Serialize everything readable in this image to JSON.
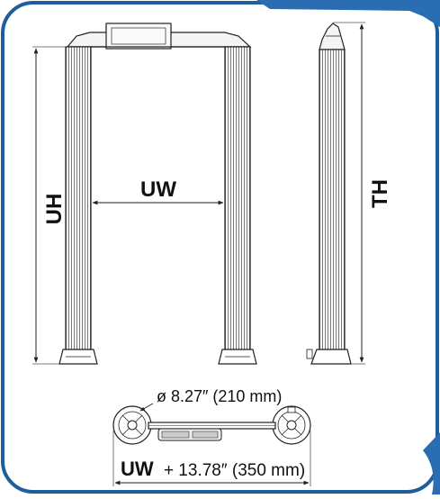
{
  "dimensions": {
    "user_height": "UH",
    "user_width": "UW",
    "total_height": "TH",
    "base_diameter": "ø 8.27″ (210 mm)",
    "footprint_width_prefix": "UW",
    "footprint_width_suffix": "+ 13.78″ (350 mm)"
  },
  "colors": {
    "frame_border": "#1f5e9c",
    "accent_tab": "#2a6db3",
    "line": "#222222"
  }
}
